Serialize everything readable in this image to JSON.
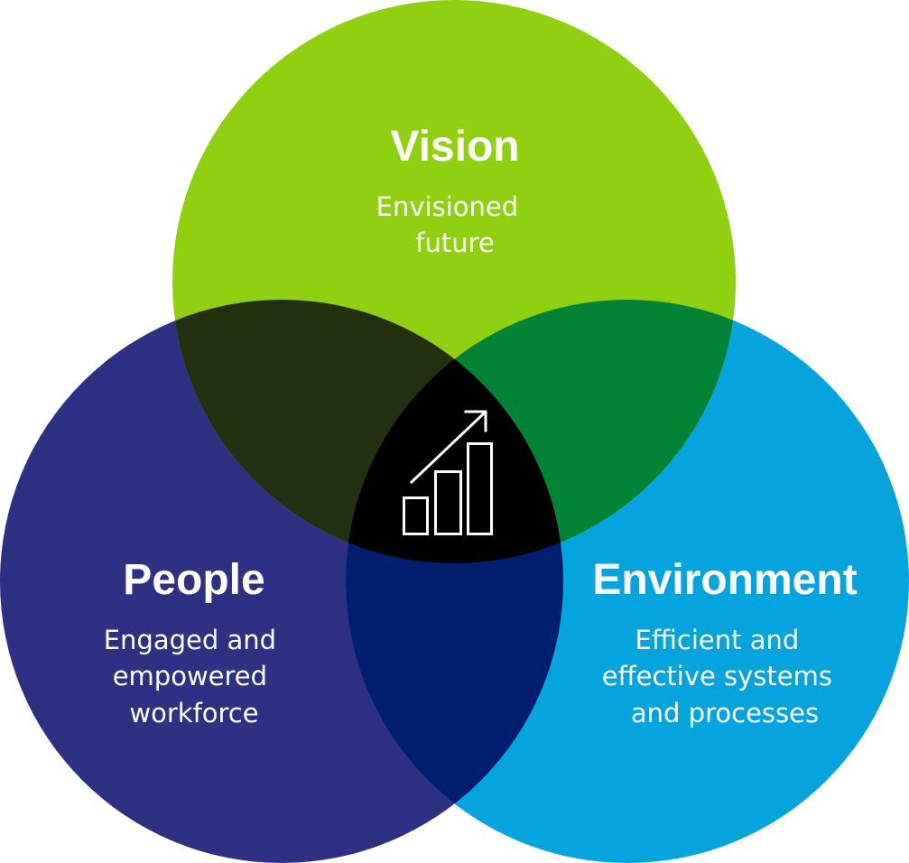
{
  "venn": {
    "circles": [
      {
        "id": "vision",
        "title": "Vision",
        "description": [
          "Envisioned",
          "future"
        ],
        "color": "#8fd111"
      },
      {
        "id": "people",
        "title": "People",
        "description": [
          "Engaged and",
          "empowered",
          "workforce"
        ],
        "color": "#2e3083"
      },
      {
        "id": "environment",
        "title": "Environment",
        "description": [
          "Efficient and",
          "effective systems",
          "and processes"
        ],
        "color": "#06a4df"
      }
    ],
    "overlaps": {
      "vision_people": "#23300f",
      "vision_environment": "#028335",
      "people_environment": "#001e6d",
      "center": "#000000"
    },
    "center_icon": "growth-chart-icon",
    "icon_color": "#ffffff"
  }
}
